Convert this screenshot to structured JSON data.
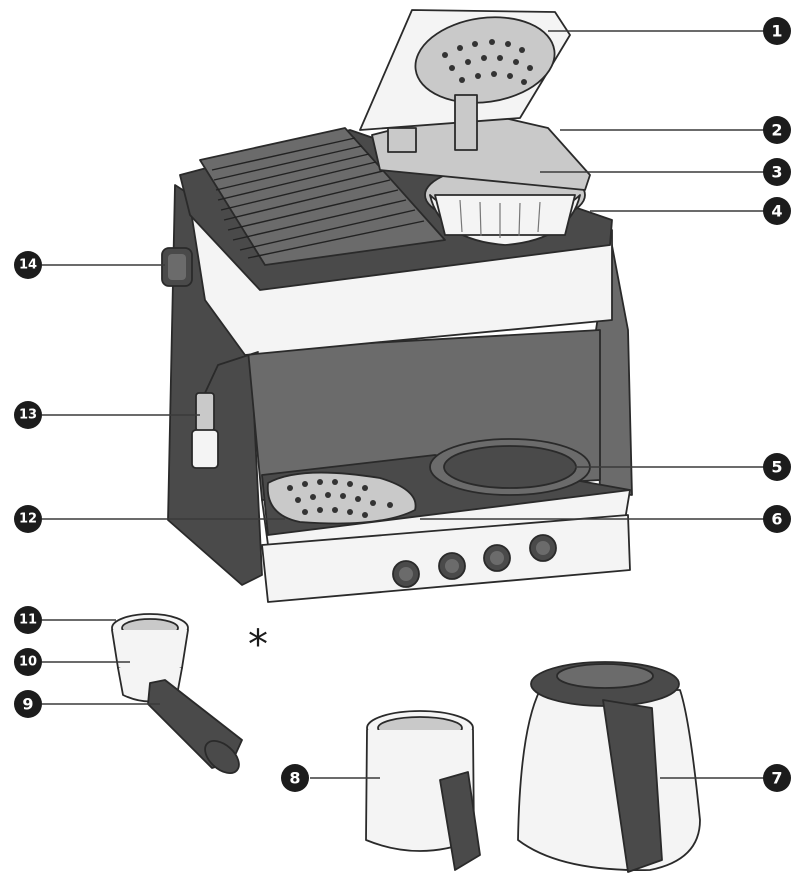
{
  "callouts": [
    {
      "label": "1"
    },
    {
      "label": "2"
    },
    {
      "label": "3"
    },
    {
      "label": "4"
    },
    {
      "label": "5"
    },
    {
      "label": "6"
    },
    {
      "label": "7"
    },
    {
      "label": "8"
    },
    {
      "label": "9"
    },
    {
      "label": "10"
    },
    {
      "label": "11"
    },
    {
      "label": "12"
    },
    {
      "label": "13"
    },
    {
      "label": "14"
    }
  ],
  "asterisk": "*"
}
